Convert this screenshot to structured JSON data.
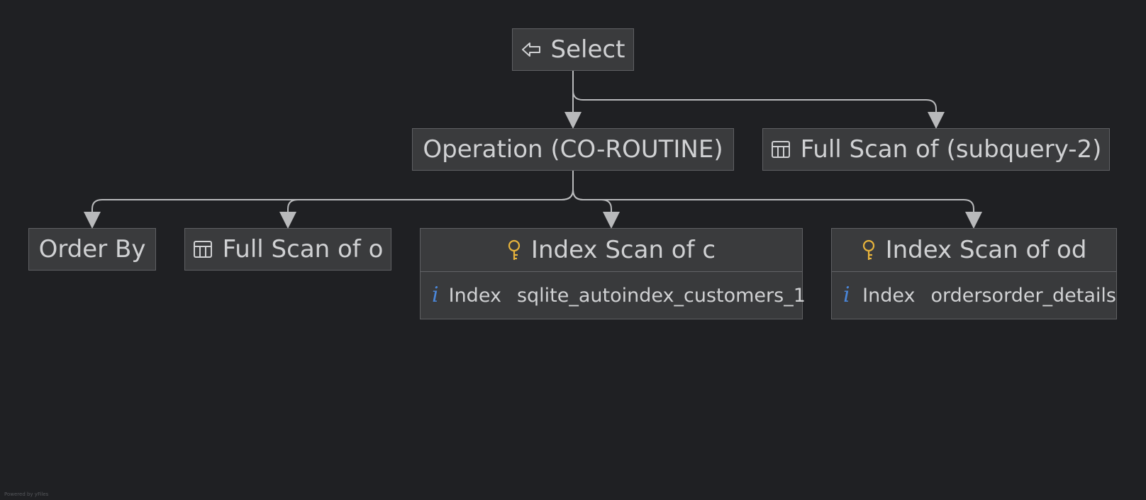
{
  "nodes": {
    "select": {
      "label": "Select",
      "icon": "arrow-left-icon"
    },
    "coroutine": {
      "label": "Operation (CO-ROUTINE)"
    },
    "subquery": {
      "label": "Full Scan of (subquery-2)",
      "icon": "table-icon"
    },
    "orderby": {
      "label": "Order By"
    },
    "scan_o": {
      "label": "Full Scan of o",
      "icon": "table-icon"
    },
    "index_c": {
      "label": "Index Scan of c",
      "icon": "key-icon",
      "detail_key": "Index",
      "detail_value": "sqlite_autoindex_customers_1",
      "detail_icon": "info-icon"
    },
    "index_od": {
      "label": "Index Scan of od",
      "icon": "key-icon",
      "detail_key": "Index",
      "detail_value": "ordersorder_details",
      "detail_icon": "info-icon"
    }
  },
  "edges": [
    [
      "select",
      "coroutine"
    ],
    [
      "select",
      "subquery"
    ],
    [
      "coroutine",
      "orderby"
    ],
    [
      "coroutine",
      "scan_o"
    ],
    [
      "coroutine",
      "index_c"
    ],
    [
      "coroutine",
      "index_od"
    ]
  ],
  "watermark": "Powered by yFiles",
  "colors": {
    "background": "#1f2023",
    "node_fill": "#3a3b3d",
    "node_border": "#5f6063",
    "edge": "#b8b9bb",
    "key_icon": "#e8b43c",
    "info_icon": "#4a86d9"
  }
}
